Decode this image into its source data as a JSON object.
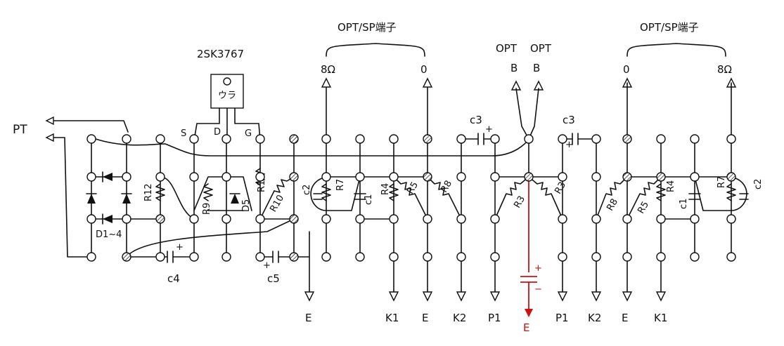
{
  "diagram": {
    "transistor": {
      "part": "2SK3767",
      "pins": [
        "S",
        "D",
        "G"
      ],
      "back": "ウラ"
    },
    "power_terminal": "PT",
    "opt_sp_label": "OPT/SP端子",
    "left_terminals": [
      "8Ω",
      "0"
    ],
    "right_terminals": [
      "0",
      "8Ω"
    ],
    "opt_terminals": [
      "OPT",
      "OPT"
    ],
    "b_terminals": [
      "B",
      "B"
    ],
    "diode_label": "D1~4",
    "components": {
      "R12": "R12",
      "R9": "R9",
      "D5": "D5",
      "R11": "R11",
      "R10": "R10",
      "c2": "c2",
      "R7": "R7",
      "c1": "c1",
      "R4": "R4",
      "R5": "R5",
      "R8": "R8",
      "c3": "c3",
      "R3": "R3",
      "c4": "c4",
      "c5": "c5"
    },
    "bottom_labels": [
      "E",
      "K1",
      "E",
      "K2",
      "P1",
      "E",
      "P1",
      "K2",
      "E",
      "K1"
    ],
    "red_cap_polarity": [
      "+",
      "−"
    ],
    "colors": {
      "ink": "#111111",
      "red": "#d01010"
    }
  }
}
